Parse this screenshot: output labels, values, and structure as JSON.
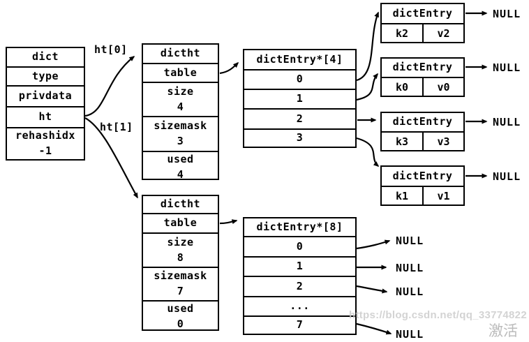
{
  "diagram": {
    "dict_box": {
      "title": "dict",
      "rows": [
        "type",
        "privdata",
        "ht",
        "rehashidx\n-1"
      ]
    },
    "pointer_labels": {
      "ht0": "ht[0]",
      "ht1": "ht[1]"
    },
    "dictht_top": {
      "title": "dictht",
      "rows": [
        "table",
        "size\n4",
        "sizemask\n3",
        "used\n4"
      ]
    },
    "dictht_bottom": {
      "title": "dictht",
      "rows": [
        "table",
        "size\n8",
        "sizemask\n7",
        "used\n0"
      ]
    },
    "entry_array_4": {
      "title": "dictEntry*[4]",
      "slots": [
        "0",
        "1",
        "2",
        "3"
      ]
    },
    "entry_array_8": {
      "title": "dictEntry*[8]",
      "slots": [
        "0",
        "1",
        "2",
        "...",
        "7"
      ]
    },
    "entries": [
      {
        "title": "dictEntry",
        "key": "k2",
        "value": "v2",
        "next": "NULL"
      },
      {
        "title": "dictEntry",
        "key": "k0",
        "value": "v0",
        "next": "NULL"
      },
      {
        "title": "dictEntry",
        "key": "k3",
        "value": "v3",
        "next": "NULL"
      },
      {
        "title": "dictEntry",
        "key": "k1",
        "value": "v1",
        "next": "NULL"
      }
    ],
    "null_labels_8": [
      "NULL",
      "NULL",
      "NULL",
      "NULL"
    ]
  },
  "watermark": {
    "url": "https://blog.csdn.net/qq_33774822",
    "activate": "激活"
  },
  "colors": {
    "line": "#000000",
    "background": "#ffffff",
    "watermark_gray": "#c9c9c9"
  }
}
